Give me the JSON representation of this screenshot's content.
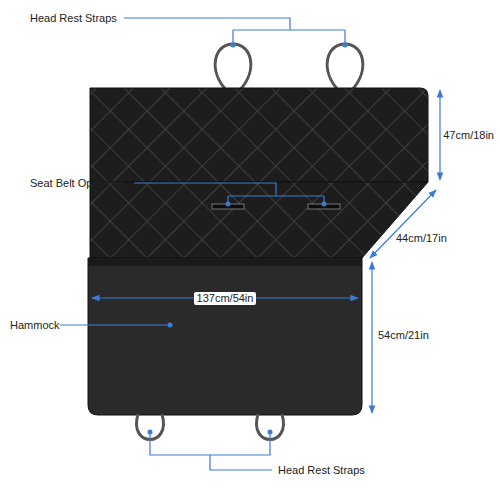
{
  "diagram": {
    "labels": [
      "Head Rest Straps",
      "Seat Belt Openings",
      "47cm/18in",
      "44cm/17in",
      "137cm/54in",
      "Hammock",
      "54cm/21in",
      "Head Rest Straps"
    ]
  }
}
